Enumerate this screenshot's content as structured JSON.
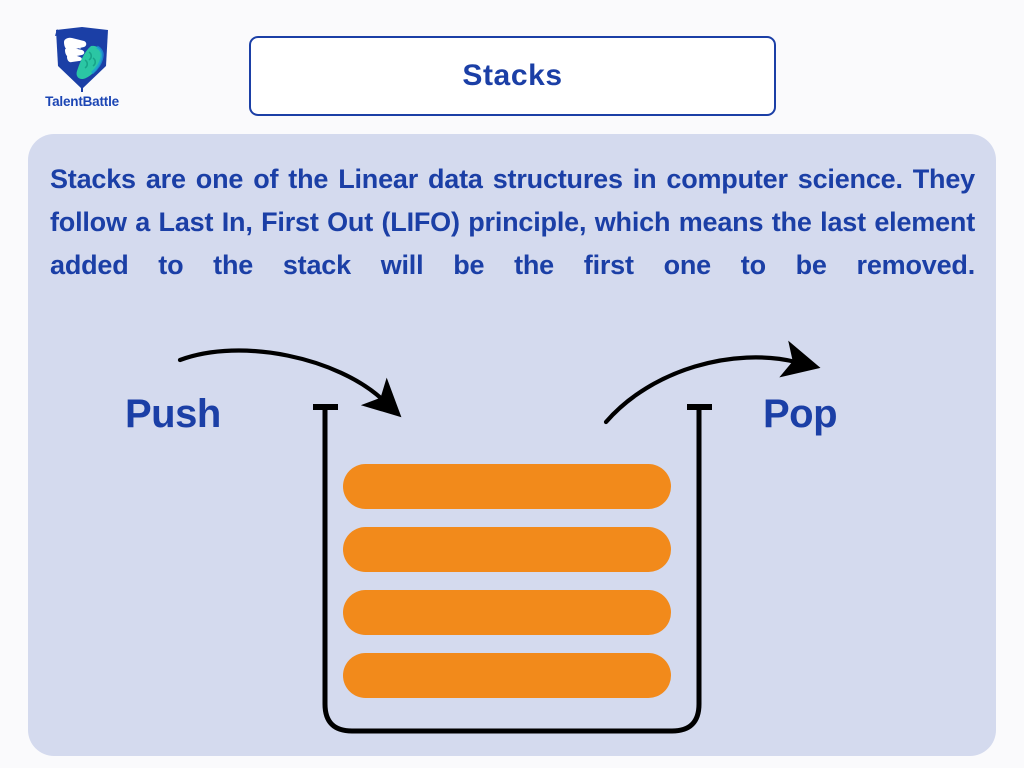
{
  "brand": {
    "name": "TalentBattle",
    "logo_icon": "shield-fist-brain-icon",
    "colors": {
      "shield": "#1B3FA6",
      "brain": "#2BC6A4",
      "fist": "#FFFFFF"
    }
  },
  "header": {
    "title": "Stacks"
  },
  "content": {
    "paragraph": "Stacks are one of the Linear data structures in computer science. They follow a Last In, First Out (LIFO) principle, which means the last element added to the stack will be the first one to be removed."
  },
  "diagram": {
    "push_label": "Push",
    "pop_label": "Pop",
    "push_arrow_icon": "curved-arrow-into-stack-icon",
    "pop_arrow_icon": "curved-arrow-out-of-stack-icon",
    "container_icon": "stack-container-icon",
    "elements": [
      {
        "index": 0,
        "position": "top"
      },
      {
        "index": 1,
        "position": "second"
      },
      {
        "index": 2,
        "position": "third"
      },
      {
        "index": 3,
        "position": "bottom"
      }
    ]
  },
  "colors": {
    "page_background": "#FAFAFC",
    "card_background": "#D4DAEE",
    "brand_blue": "#1B3FA6",
    "element_orange": "#F28A1B",
    "container_stroke": "#000000"
  }
}
